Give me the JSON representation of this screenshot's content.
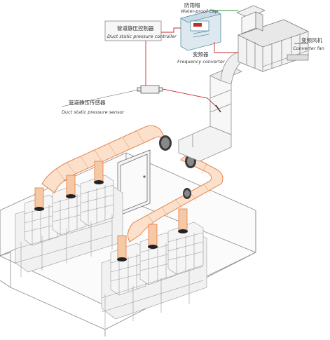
{
  "colors": {
    "duct_orange": "#e9844a",
    "duct_fill": "#f6c9a6",
    "duct_grey": "#8e8e8e",
    "signal_red": "#c72b2b",
    "signal_green": "#2e8b3a",
    "room_line": "#8a8a8a",
    "rack_line": "#9a9a9a"
  },
  "labels": {
    "waterproof_cap": {
      "cn": "防雨帽",
      "en": "Water-proof Cap"
    },
    "converter_fan": {
      "cn": "变频风机",
      "en": "Converter fan"
    },
    "frequency_converter": {
      "cn": "变频器",
      "en": "Frequency converter"
    },
    "pressure_controller": {
      "cn": "管道静压控制器",
      "en": "Duct static pressure controller"
    },
    "pressure_sensor": {
      "cn": "管道静压传感器",
      "en": "Duct static pressure sensor"
    }
  },
  "icons": [
    "waterproof-cap-icon",
    "converter-fan-icon",
    "frequency-converter-icon",
    "pressure-controller-icon",
    "pressure-sensor-icon",
    "door-icon",
    "fume-hood-icon"
  ]
}
